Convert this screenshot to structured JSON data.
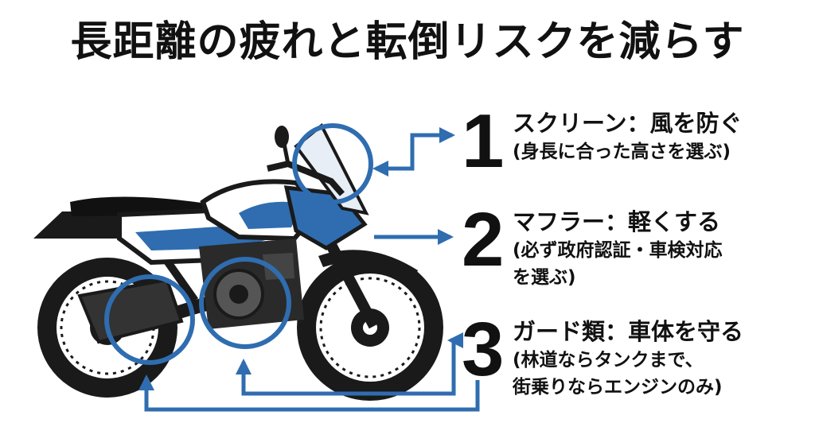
{
  "title": "長距離の疲れと転倒リスクを減らす",
  "accent_color": "#2f6db0",
  "items": [
    {
      "number": "1",
      "heading": "スクリーン：風を防ぐ",
      "note_lines": [
        "(身長に合った高さを選ぶ)"
      ]
    },
    {
      "number": "2",
      "heading": "マフラー：軽くする",
      "note_lines": [
        "(必ず政府認証・車検対応",
        "を選ぶ)"
      ]
    },
    {
      "number": "3",
      "heading": "ガード類：車体を守る",
      "note_lines": [
        "(林道ならタンクまで、",
        " 街乗りならエンジンのみ)"
      ]
    }
  ]
}
